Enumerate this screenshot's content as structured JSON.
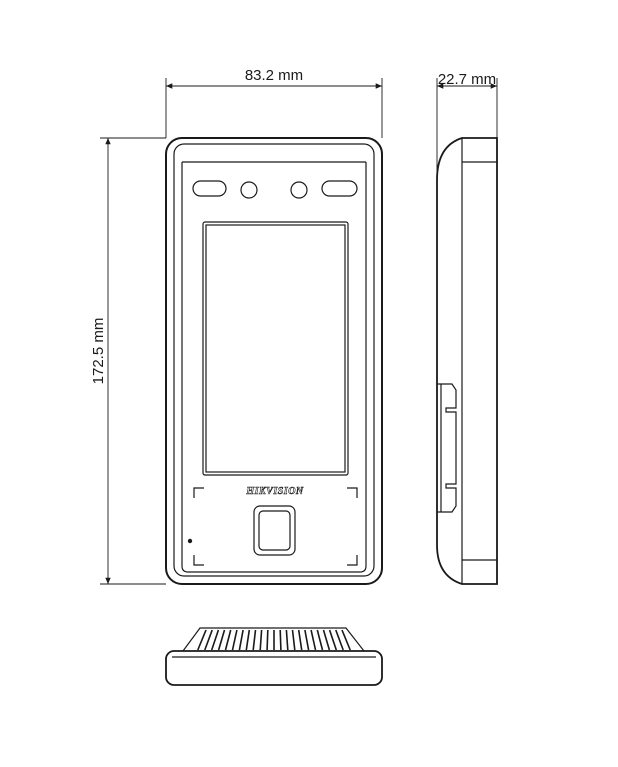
{
  "dimensions": {
    "width_label": "83.2 mm",
    "depth_label": "22.7 mm",
    "height_label": "172.5 mm"
  },
  "brand": {
    "logo_text": "HIKVISION"
  },
  "colors": {
    "line": "#1a1a1a",
    "background": "#ffffff"
  }
}
